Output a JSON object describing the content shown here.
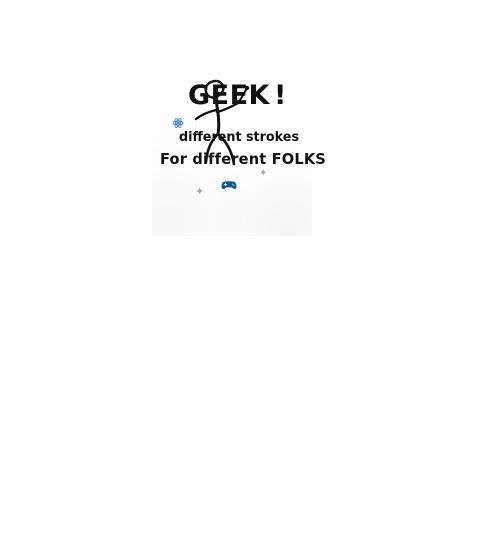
{
  "artwork": {
    "title": "GEEK",
    "title_bang": "!",
    "tagline_1": "different strokes",
    "tagline_2": "For different FOLKS"
  },
  "colors": {
    "ink": "#111111",
    "accent_blue": "#2b79c9",
    "controller": "#0c5d86",
    "sparkle": "#a7a7a7"
  },
  "icons": {
    "atom": "atom-icon",
    "controller": "game-controller-icon",
    "sparkle": "sparkle-icon"
  }
}
